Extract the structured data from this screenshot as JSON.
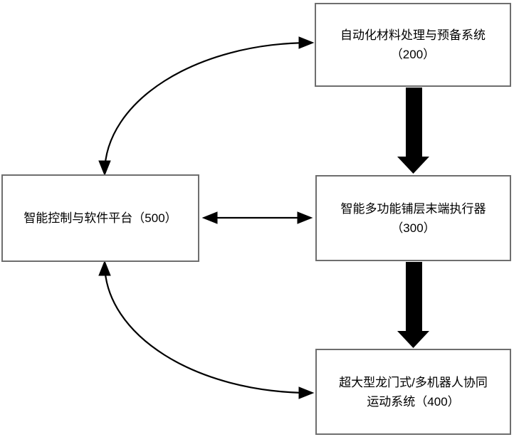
{
  "diagram": {
    "title": "composite-layup-system-block-diagram",
    "colors": {
      "box_border": "#6e6e6e",
      "arrow": "#000000",
      "text": "#000000",
      "background": "#ffffff"
    },
    "nodes": {
      "n200": {
        "id": "200",
        "line1": "自动化材料处理与预备系统",
        "line2": "（200）"
      },
      "n300": {
        "id": "300",
        "line1": "智能多功能铺层末端执行器",
        "line2": "（300）"
      },
      "n400": {
        "id": "400",
        "line1": "超大型龙门式/多机器人协同",
        "line2": "运动系统（400）"
      },
      "n500": {
        "id": "500",
        "line1": "智能控制与软件平台（500）"
      }
    },
    "edges": [
      {
        "from": "500",
        "to": "200",
        "style": "curved-thin",
        "direction": "bidirectional"
      },
      {
        "from": "200",
        "to": "300",
        "style": "thick-block",
        "direction": "down"
      },
      {
        "from": "500",
        "to": "300",
        "style": "straight-thin",
        "direction": "bidirectional"
      },
      {
        "from": "300",
        "to": "400",
        "style": "thick-block",
        "direction": "down"
      },
      {
        "from": "500",
        "to": "400",
        "style": "curved-thin",
        "direction": "bidirectional"
      }
    ]
  }
}
